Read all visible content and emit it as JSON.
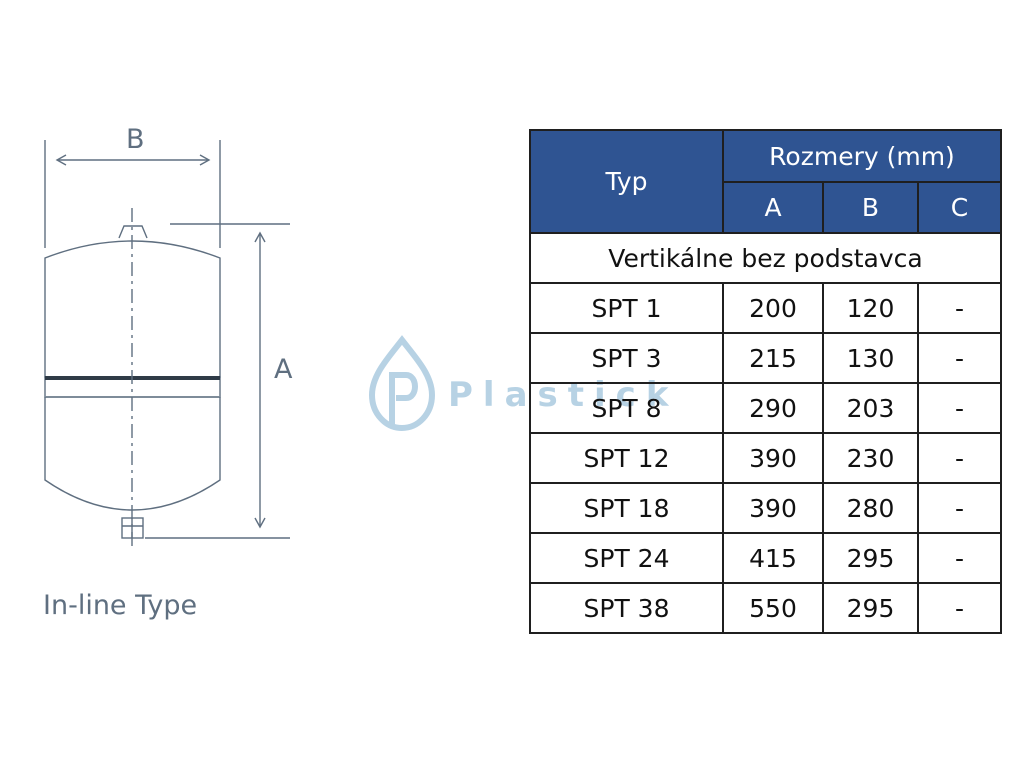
{
  "drawing": {
    "dimension_b": "B",
    "dimension_a": "A",
    "caption": "In-line Type"
  },
  "watermark": {
    "text": "Plastick",
    "color": "#9fc3dc"
  },
  "table": {
    "header_color": "#2f5492",
    "col_typ": "Typ",
    "group_label": "Rozmery (mm)",
    "col_a": "A",
    "col_b": "B",
    "col_c": "C",
    "section_label": "Vertikálne bez podstavca",
    "rows": [
      {
        "typ": "SPT 1",
        "a": "200",
        "b": "120",
        "c": "-"
      },
      {
        "typ": "SPT 3",
        "a": "215",
        "b": "130",
        "c": "-"
      },
      {
        "typ": "SPT 8",
        "a": "290",
        "b": "203",
        "c": "-"
      },
      {
        "typ": "SPT 12",
        "a": "390",
        "b": "230",
        "c": "-"
      },
      {
        "typ": "SPT 18",
        "a": "390",
        "b": "280",
        "c": "-"
      },
      {
        "typ": "SPT 24",
        "a": "415",
        "b": "295",
        "c": "-"
      },
      {
        "typ": "SPT 38",
        "a": "550",
        "b": "295",
        "c": "-"
      }
    ]
  }
}
